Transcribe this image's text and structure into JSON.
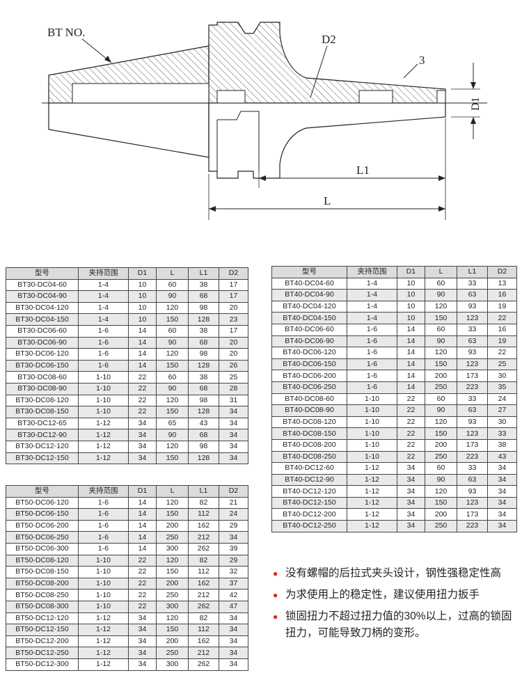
{
  "drawing": {
    "label_bt_no": "BT NO.",
    "label_d2": "D2",
    "label_3": "3",
    "label_d1": "D1",
    "label_l1": "L1",
    "label_l": "L"
  },
  "tables": {
    "headers": [
      "型号",
      "夹持范围",
      "D1",
      "L",
      "L1",
      "D2"
    ],
    "bt30": [
      [
        "BT30-DC04-60",
        "1-4",
        "10",
        "60",
        "38",
        "17"
      ],
      [
        "BT30-DC04-90",
        "1-4",
        "10",
        "90",
        "68",
        "17"
      ],
      [
        "BT30-DC04-120",
        "1-4",
        "10",
        "120",
        "98",
        "20"
      ],
      [
        "BT30-DC04-150",
        "1-4",
        "10",
        "150",
        "128",
        "23"
      ],
      [
        "BT30-DC06-60",
        "1-6",
        "14",
        "60",
        "38",
        "17"
      ],
      [
        "BT30-DC06-90",
        "1-6",
        "14",
        "90",
        "68",
        "20"
      ],
      [
        "BT30-DC06-120",
        "1-6",
        "14",
        "120",
        "98",
        "20"
      ],
      [
        "BT30-DC06-150",
        "1-6",
        "14",
        "150",
        "128",
        "26"
      ],
      [
        "BT30-DC08-60",
        "1-10",
        "22",
        "60",
        "38",
        "25"
      ],
      [
        "BT30-DC08-90",
        "1-10",
        "22",
        "90",
        "68",
        "28"
      ],
      [
        "BT30-DC08-120",
        "1-10",
        "22",
        "120",
        "98",
        "31"
      ],
      [
        "BT30-DC08-150",
        "1-10",
        "22",
        "150",
        "128",
        "34"
      ],
      [
        "BT30-DC12-65",
        "1-12",
        "34",
        "65",
        "43",
        "34"
      ],
      [
        "BT30-DC12-90",
        "1-12",
        "34",
        "90",
        "68",
        "34"
      ],
      [
        "BT30-DC12-120",
        "1-12",
        "34",
        "120",
        "98",
        "34"
      ],
      [
        "BT30-DC12-150",
        "1-12",
        "34",
        "150",
        "128",
        "34"
      ]
    ],
    "bt40": [
      [
        "BT40-DC04-60",
        "1-4",
        "10",
        "60",
        "33",
        "13"
      ],
      [
        "BT40-DC04-90",
        "1-4",
        "10",
        "90",
        "63",
        "16"
      ],
      [
        "BT40-DC04-120",
        "1-4",
        "10",
        "120",
        "93",
        "19"
      ],
      [
        "BT40-DC04-150",
        "1-4",
        "10",
        "150",
        "123",
        "22"
      ],
      [
        "BT40-DC06-60",
        "1-6",
        "14",
        "60",
        "33",
        "16"
      ],
      [
        "BT40-DC06-90",
        "1-6",
        "14",
        "90",
        "63",
        "19"
      ],
      [
        "BT40-DC06-120",
        "1-6",
        "14",
        "120",
        "93",
        "22"
      ],
      [
        "BT40-DC06-150",
        "1-6",
        "14",
        "150",
        "123",
        "25"
      ],
      [
        "BT40-DC06-200",
        "1-6",
        "14",
        "200",
        "173",
        "30"
      ],
      [
        "BT40-DC06-250",
        "1-6",
        "14",
        "250",
        "223",
        "35"
      ],
      [
        "BT40-DC08-60",
        "1-10",
        "22",
        "60",
        "33",
        "24"
      ],
      [
        "BT40-DC08-90",
        "1-10",
        "22",
        "90",
        "63",
        "27"
      ],
      [
        "BT40-DC08-120",
        "1-10",
        "22",
        "120",
        "93",
        "30"
      ],
      [
        "BT40-DC08-150",
        "1-10",
        "22",
        "150",
        "123",
        "33"
      ],
      [
        "BT40-DC08-200",
        "1-10",
        "22",
        "200",
        "173",
        "38"
      ],
      [
        "BT40-DC08-250",
        "1-10",
        "22",
        "250",
        "223",
        "43"
      ],
      [
        "BT40-DC12-60",
        "1-12",
        "34",
        "60",
        "33",
        "34"
      ],
      [
        "BT40-DC12-90",
        "1-12",
        "34",
        "90",
        "63",
        "34"
      ],
      [
        "BT40-DC12-120",
        "1-12",
        "34",
        "120",
        "93",
        "34"
      ],
      [
        "BT40-DC12-150",
        "1-12",
        "34",
        "150",
        "123",
        "34"
      ],
      [
        "BT40-DC12-200",
        "1-12",
        "34",
        "200",
        "173",
        "34"
      ],
      [
        "BT40-DC12-250",
        "1-12",
        "34",
        "250",
        "223",
        "34"
      ]
    ],
    "bt50": [
      [
        "BT50-DC06-120",
        "1-6",
        "14",
        "120",
        "82",
        "21"
      ],
      [
        "BT50-DC06-150",
        "1-6",
        "14",
        "150",
        "112",
        "24"
      ],
      [
        "BT50-DC06-200",
        "1-6",
        "14",
        "200",
        "162",
        "29"
      ],
      [
        "BT50-DC06-250",
        "1-6",
        "14",
        "250",
        "212",
        "34"
      ],
      [
        "BT50-DC06-300",
        "1-6",
        "14",
        "300",
        "262",
        "39"
      ],
      [
        "BT50-DC08-120",
        "1-10",
        "22",
        "120",
        "82",
        "29"
      ],
      [
        "BT50-DC08-150",
        "1-10",
        "22",
        "150",
        "112",
        "32"
      ],
      [
        "BT50-DC08-200",
        "1-10",
        "22",
        "200",
        "162",
        "37"
      ],
      [
        "BT50-DC08-250",
        "1-10",
        "22",
        "250",
        "212",
        "42"
      ],
      [
        "BT50-DC08-300",
        "1-10",
        "22",
        "300",
        "262",
        "47"
      ],
      [
        "BT50-DC12-120",
        "1-12",
        "34",
        "120",
        "82",
        "34"
      ],
      [
        "BT50-DC12-150",
        "1-12",
        "34",
        "150",
        "112",
        "34"
      ],
      [
        "BT50-DC12-200",
        "1-12",
        "34",
        "200",
        "162",
        "34"
      ],
      [
        "BT50-DC12-250",
        "1-12",
        "34",
        "250",
        "212",
        "34"
      ],
      [
        "BT50-DC12-300",
        "1-12",
        "34",
        "300",
        "262",
        "34"
      ]
    ]
  },
  "notes": [
    "没有螺帽的后拉式夹头设计，钢性强稳定性高",
    "为求使用上的稳定性，建议使用扭力扳手",
    "锁固扭力不超过扭力值的30%以上，过高的锁固扭力，可能导致刀柄的变形。"
  ],
  "colors": {
    "bullet": "#e02020",
    "header_bg": "#dcdcdc",
    "stripe_bg": "#e9e9e9"
  }
}
